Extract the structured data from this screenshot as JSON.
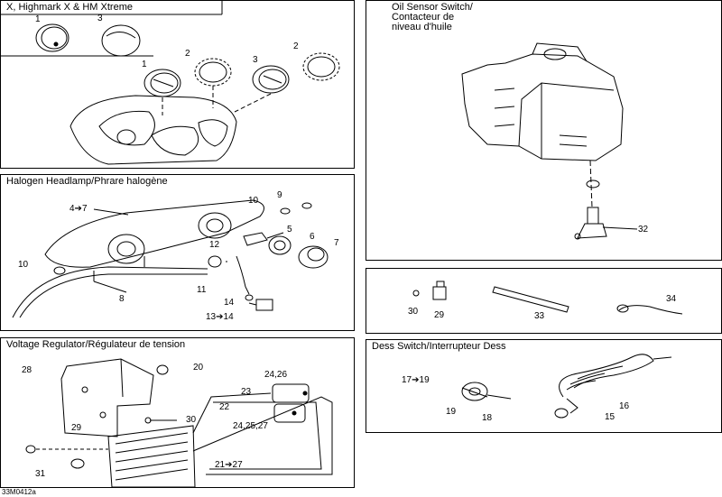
{
  "panels": {
    "gauges": {
      "title": "X, Highmark X & HM Xtreme"
    },
    "oil": {
      "title": "Oil Sensor Switch/\nContacteur de\nniveau d'huile"
    },
    "halogen": {
      "title": "Halogen Headlamp/Phrare halogène"
    },
    "voltage": {
      "title": "Voltage Regulator/Régulateur de tension"
    },
    "dess": {
      "title": "Dess Switch/Interrupteur Dess"
    }
  },
  "callouts": {
    "g1a": "1",
    "g3a": "3",
    "g1b": "1",
    "g2a": "2",
    "g3b": "3",
    "g2b": "2",
    "o32": "32",
    "h47": "4➔7",
    "h10a": "10",
    "h9": "9",
    "h5": "5",
    "h6": "6",
    "h7": "7",
    "h12": "12",
    "h10b": "10",
    "h11": "11",
    "h8": "8",
    "h14": "14",
    "h1314": "13➔14",
    "m30": "30",
    "m29": "29",
    "m33": "33",
    "m34": "34",
    "v28": "28",
    "v20": "20",
    "v2426": "24,26",
    "v23": "23",
    "v22": "22",
    "v242527": "24,25,27",
    "v29": "29",
    "v30": "30",
    "v31": "31",
    "v2127": "21➔27",
    "d1719": "17➔19",
    "d19": "19",
    "d18": "18",
    "d16": "16",
    "d15": "15"
  },
  "footer": "33M0412a"
}
